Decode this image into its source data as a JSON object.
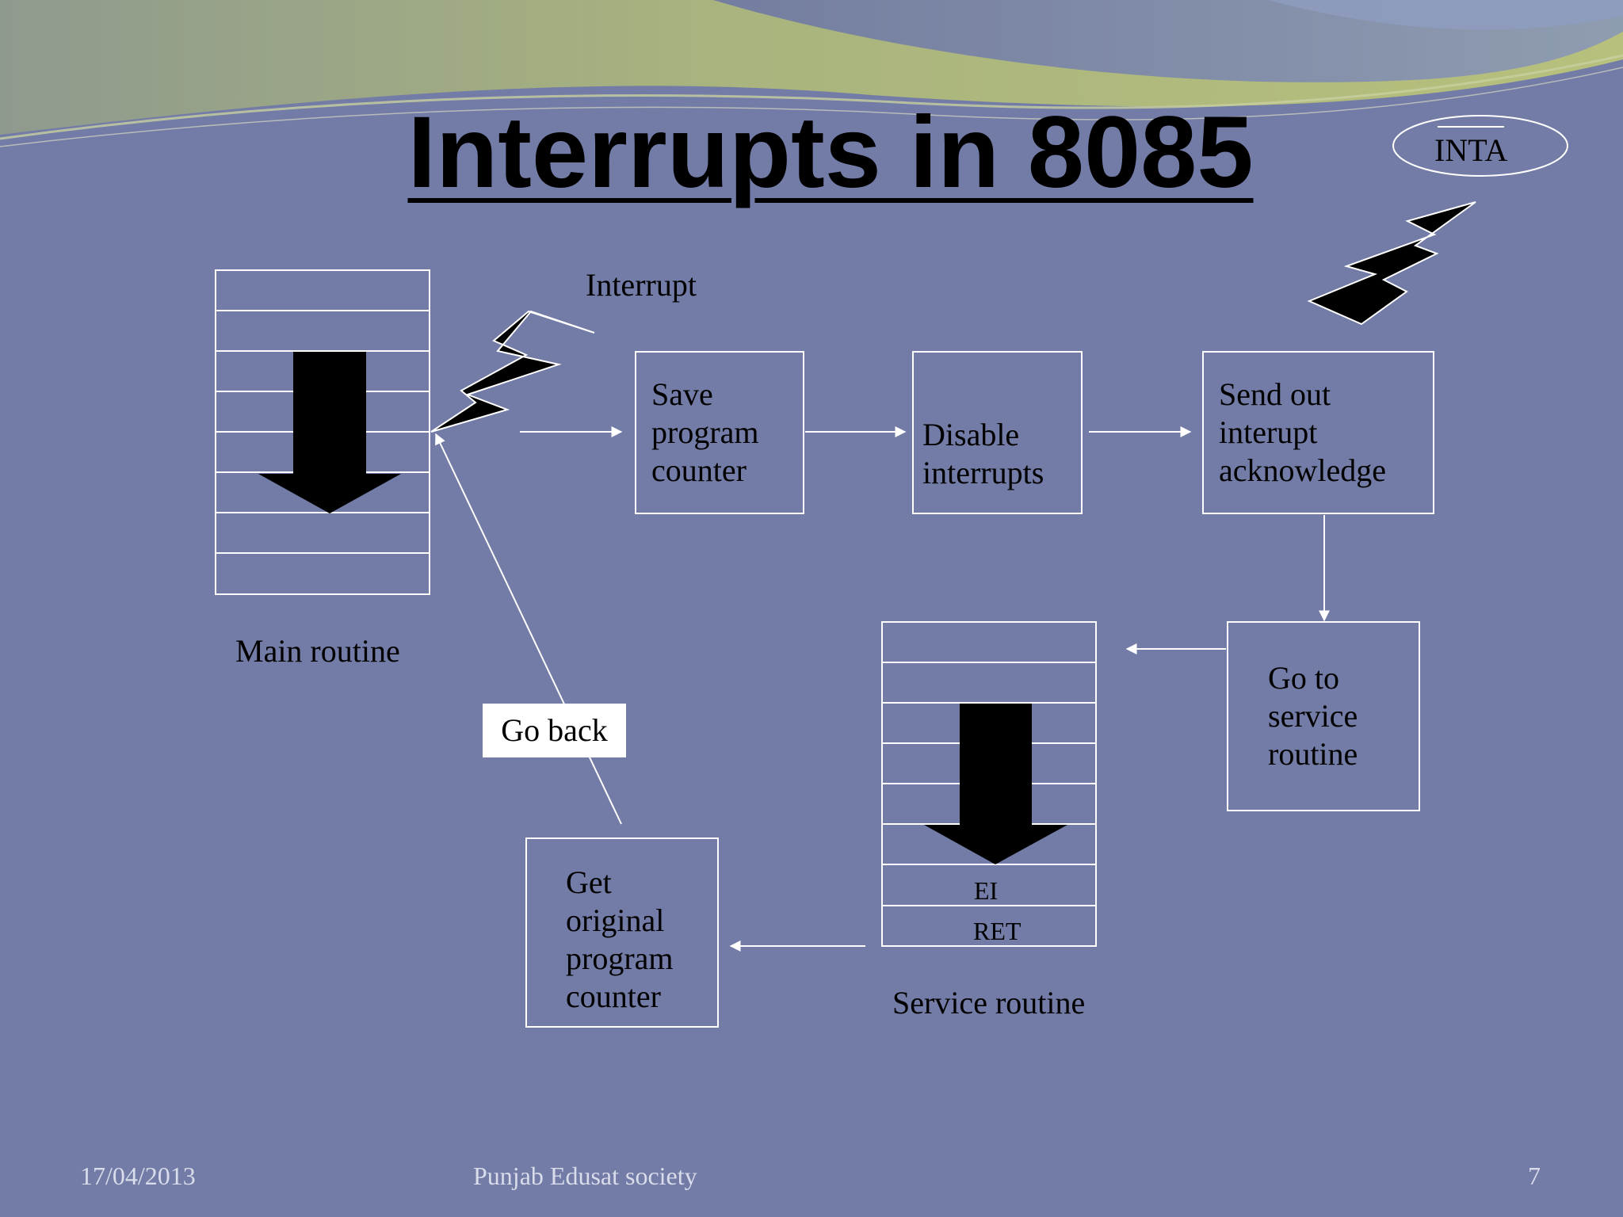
{
  "slide": {
    "title": "Interrupts in 8085",
    "inta_label": "INTA",
    "interrupt_label": "Interrupt",
    "main_routine_label": "Main routine",
    "service_routine_label": "Service routine",
    "go_back_label": "Go back",
    "ei_label": "EI",
    "ret_label": "RET"
  },
  "steps": [
    {
      "text": "Save\nprogram\ncounter"
    },
    {
      "text": "Disable\ninterrupts"
    },
    {
      "text": "Send out\ninterupt\nacknowledge"
    },
    {
      "text": "Go to\nservice\nroutine"
    },
    {
      "text": "Get\noriginal\nprogram\ncounter"
    }
  ],
  "footer": {
    "date": "17/04/2013",
    "organization": "Punjab Edusat society",
    "page_number": "7"
  },
  "colors": {
    "background": "#737ca6",
    "lines": "#ffffff",
    "text": "#000000",
    "footer_text": "#d9dcea",
    "wave_green": "#a9b47e"
  }
}
